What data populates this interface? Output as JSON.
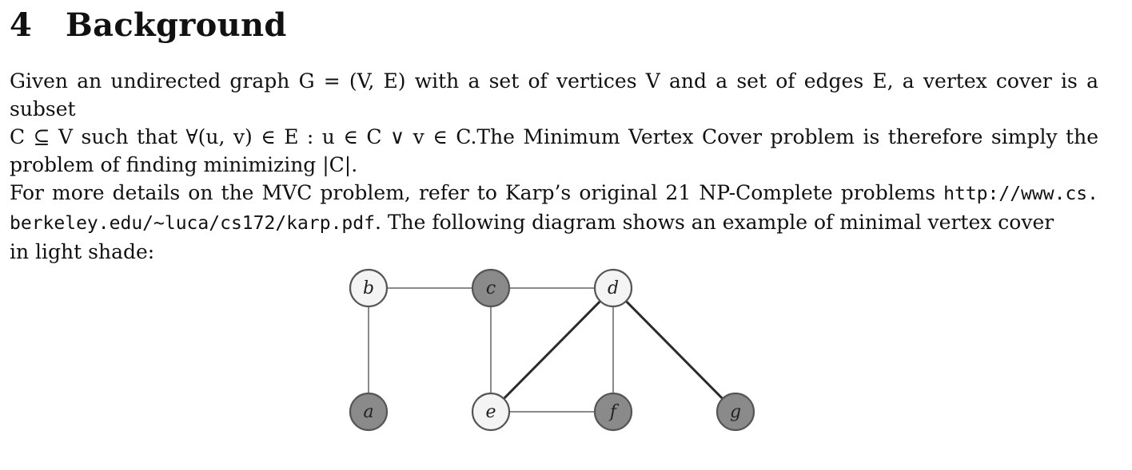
{
  "section": {
    "number": "4",
    "title": "Background"
  },
  "paragraph": {
    "line1": "Given an undirected graph G = (V, E) with a set of vertices V and a set of edges E, a vertex cover is a subset",
    "line2": "C ⊆ V such that ∀(u, v) ∈ E : u ∈ C ∨ v ∈ C.The Minimum Vertex Cover problem is therefore simply the",
    "line3": "problem of finding minimizing |C|.",
    "line4_text": "For more details on the MVC problem, refer to Karp’s original 21 NP-Complete problems",
    "line4_url": "http://www.cs.",
    "line5_url": "berkeley.edu/~luca/cs172/karp.pdf",
    "line5_text": ". The following diagram shows an example of minimal vertex cover",
    "line6": "in light shade:"
  },
  "graph": {
    "nodes": [
      {
        "id": "b",
        "label": "b",
        "shade": "light"
      },
      {
        "id": "c",
        "label": "c",
        "shade": "dark"
      },
      {
        "id": "d",
        "label": "d",
        "shade": "light"
      },
      {
        "id": "a",
        "label": "a",
        "shade": "dark"
      },
      {
        "id": "e",
        "label": "e",
        "shade": "light"
      },
      {
        "id": "f",
        "label": "f",
        "shade": "dark"
      },
      {
        "id": "g",
        "label": "g",
        "shade": "dark"
      }
    ],
    "edges": [
      [
        "b",
        "c"
      ],
      [
        "c",
        "d"
      ],
      [
        "b",
        "a"
      ],
      [
        "c",
        "e"
      ],
      [
        "d",
        "e"
      ],
      [
        "d",
        "f"
      ],
      [
        "d",
        "g"
      ],
      [
        "e",
        "f"
      ]
    ],
    "colors": {
      "light": "#f4f4f4",
      "dark": "#8a8a8a",
      "outline": "#555555",
      "edge_thin": "#8a8a8a",
      "edge_thick": "#2b2b2b"
    }
  }
}
